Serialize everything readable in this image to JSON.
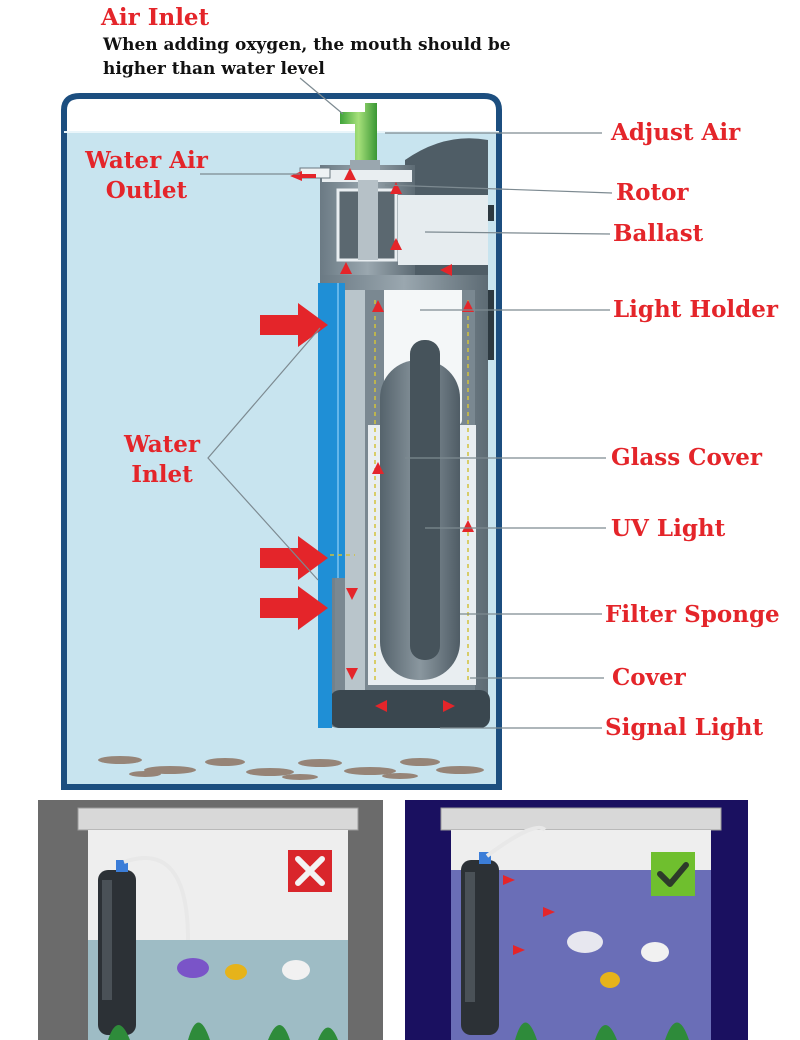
{
  "labels": {
    "air_inlet": "Air Inlet",
    "air_inlet_note": "When adding oxygen, the mouth should be higher than water level",
    "water_air_outlet_line1": "Water Air",
    "water_air_outlet_line2": "Outlet",
    "water_inlet_line1": "Water",
    "water_inlet_line2": "Inlet",
    "adjust_air": "Adjust Air",
    "rotor": "Rotor",
    "ballast": "Ballast",
    "light_holder": "Light Holder",
    "glass_cover": "Glass Cover",
    "uv_light": "UV Light",
    "filter_sponge": "Filter Sponge",
    "cover": "Cover",
    "signal_light": "Signal Light"
  },
  "colors": {
    "label_red": "#e4252a",
    "tank_border": "#1c4e7f",
    "water": "#c8e4ef",
    "sponge_blue": "#1f8fd6",
    "wrong_panel_bg": "#6b6b6b",
    "right_panel_bg": "#1a1060",
    "wrong_mark": "#d9262b",
    "right_mark": "#6fbf2e"
  },
  "icons": {
    "wrong_install": "cross-icon",
    "right_install": "check-icon"
  }
}
